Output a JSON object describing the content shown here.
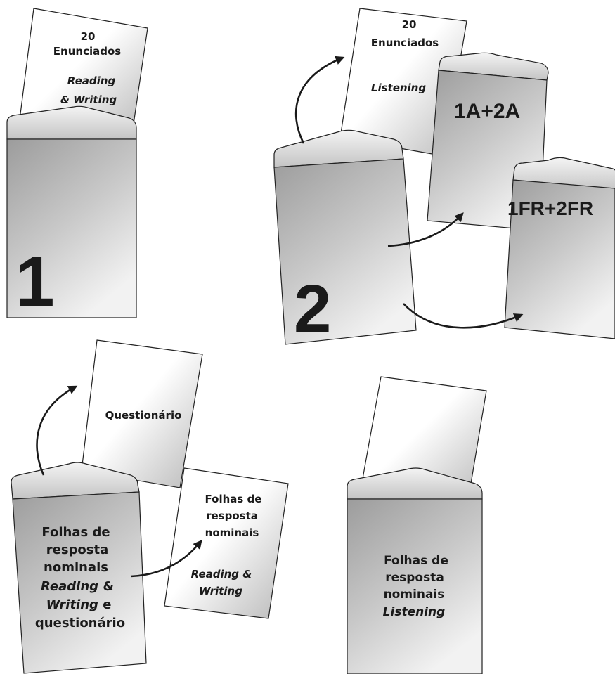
{
  "panel1": {
    "paper": {
      "line1": "20",
      "line2": "Enunciados",
      "line3": "Reading",
      "line4": "& Writing"
    },
    "envelope_number": "1"
  },
  "panel2": {
    "paper": {
      "line1": "20",
      "line2": "Enunciados",
      "line3": "Listening"
    },
    "envelope_number": "2",
    "envelope_a_label": "1A+2A",
    "envelope_fr_label": "1FR+2FR"
  },
  "panel3": {
    "paper_label": "Questionário",
    "answer_sheet": {
      "line1": "Folhas de",
      "line2": "resposta",
      "line3": "nominais",
      "line4": "Reading &",
      "line5": "Writing"
    },
    "envelope": {
      "line1": "Folhas de",
      "line2": "resposta",
      "line3": "nominais",
      "line4a": "Reading",
      "line4b": " &",
      "line5a": "Writing",
      "line5b": " e",
      "line6": "questionário"
    }
  },
  "panel4": {
    "envelope": {
      "line1": "Folhas de",
      "line2": "resposta",
      "line3": "nominais",
      "line4": "Listening"
    }
  }
}
